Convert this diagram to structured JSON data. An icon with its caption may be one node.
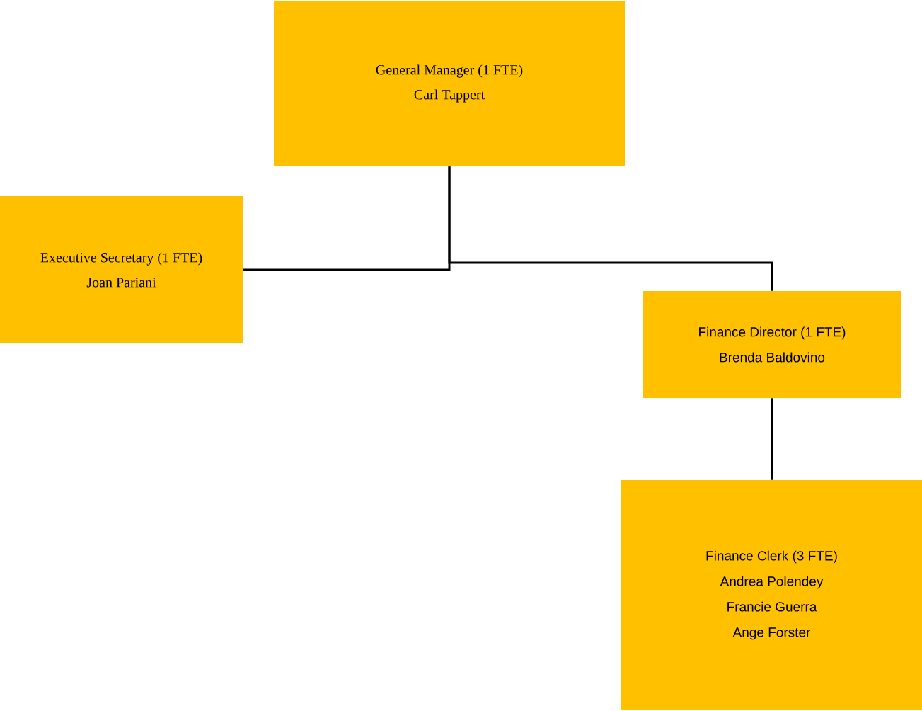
{
  "diagram": {
    "nodes": [
      {
        "text": [
          "General Manager (1 FTE)",
          "Carl Tappert"
        ]
      },
      {
        "text": [
          "Executive Secretary (1 FTE)",
          "Joan Pariani"
        ]
      },
      {
        "text": [
          "Finance Director (1 FTE)",
          "Brenda Baldovino"
        ]
      },
      {
        "text": [
          "Finance Clerk (3 FTE)",
          "Andrea Polendey",
          "Francie Guerra",
          "Ange Forster"
        ]
      }
    ],
    "edges": [
      {
        "from": 0,
        "to": 1,
        "arrow": "none"
      },
      {
        "from": 0,
        "to": 2,
        "arrow": "none"
      },
      {
        "from": 2,
        "to": 3,
        "arrow": "none"
      }
    ]
  }
}
